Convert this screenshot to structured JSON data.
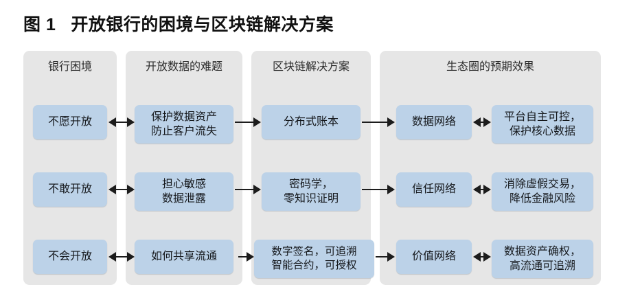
{
  "figure": {
    "label": "图 1",
    "title": "开放银行的困境与区块链解决方案"
  },
  "panels": [
    {
      "header": "银行困境",
      "items": [
        "不愿开放",
        "不敢开放",
        "不会开放"
      ]
    },
    {
      "header": "开放数据的难题",
      "items": [
        {
          "line1": "保护数据资产",
          "line2": "防止客户流失"
        },
        {
          "line1": "担心敏感",
          "line2": "数据泄露"
        },
        {
          "line1": "如何共享流通",
          "line2": ""
        }
      ]
    },
    {
      "header": "区块链解决方案",
      "items": [
        {
          "line1": "分布式账本",
          "line2": ""
        },
        {
          "line1": "密码学，",
          "line2": "零知识证明"
        },
        {
          "line1": "数字签名，可追溯",
          "line2": "智能合约，可授权"
        }
      ]
    },
    {
      "header": "生态圈的预期效果",
      "networks": [
        "数据网络",
        "信任网络",
        "价值网络"
      ],
      "effects": [
        {
          "line1": "平台自主可控，",
          "line2": "保护核心数据"
        },
        {
          "line1": "消除虚假交易，",
          "line2": "降低金融风险"
        },
        {
          "line1": "数据资产确权，",
          "line2": "高流通可追溯"
        }
      ]
    }
  ],
  "colors": {
    "panel_bg": "#e6e6e6",
    "box_fill": "#bcd2e8",
    "text": "#15181c",
    "arrow": "#1c1c1c",
    "page_bg": "#ffffff"
  }
}
